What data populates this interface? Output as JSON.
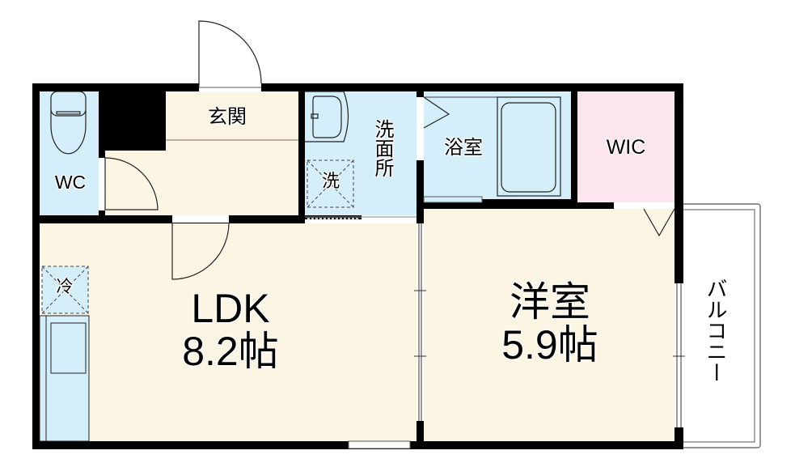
{
  "floor_plan": {
    "type": "apartment-floor-plan",
    "layout": "1LDK",
    "colors": {
      "wall": "#000000",
      "living_floor": "#fdf5e3",
      "wet_area": "#d4eefa",
      "closet": "#fbe6ef",
      "balcony": "#ffffff"
    },
    "rooms": {
      "ldk": {
        "name": "LDK",
        "size": "8.2帖"
      },
      "western": {
        "name": "洋室",
        "size": "5.9帖"
      },
      "entrance": {
        "name": "玄関"
      },
      "toilet": {
        "name": "WC"
      },
      "washroom": {
        "name": "洗面所"
      },
      "bath": {
        "name": "浴室"
      },
      "closet": {
        "name": "WIC"
      },
      "balcony": {
        "name": "バルコニー"
      }
    },
    "fixtures": {
      "washer": "洗",
      "fridge": "冷"
    }
  }
}
